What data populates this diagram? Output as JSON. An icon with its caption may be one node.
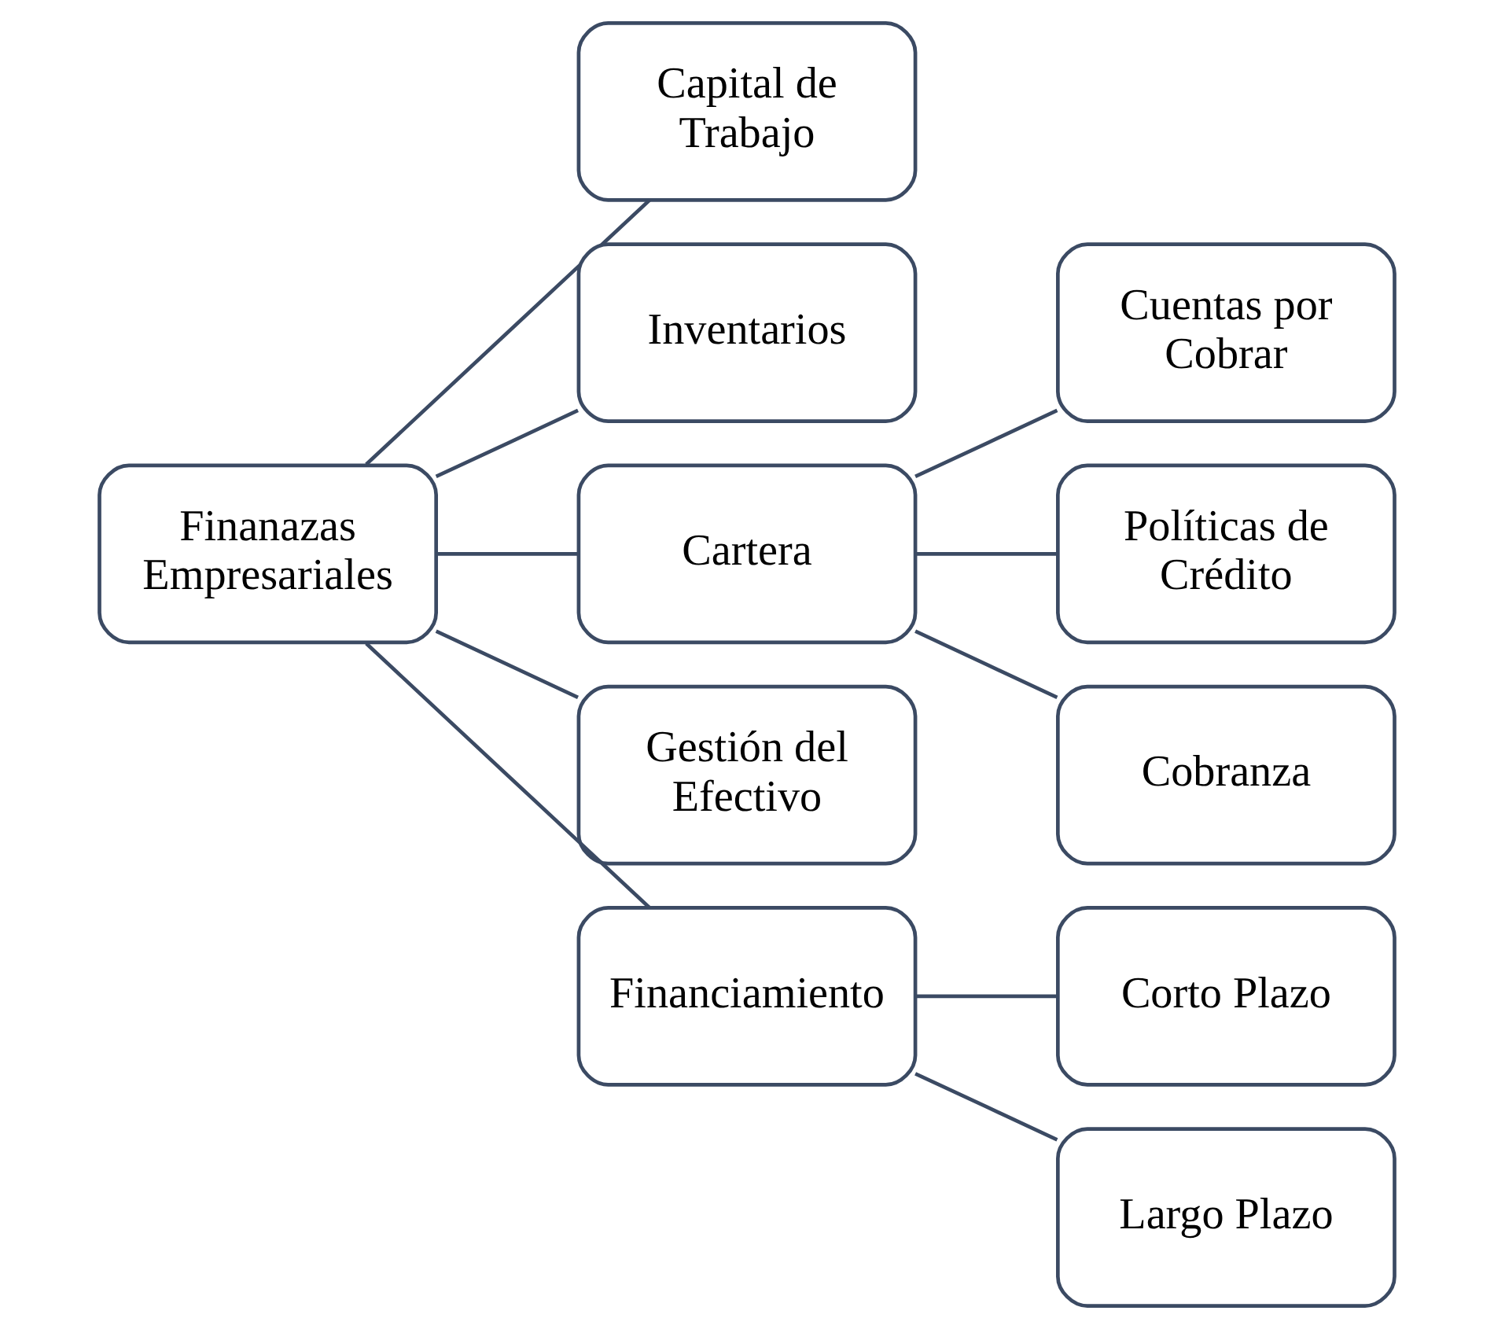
{
  "diagram": {
    "nodes": [
      {
        "text": [
          "Finanazas Empresariales"
        ]
      },
      {
        "text": [
          "Capital de Trabajo"
        ]
      },
      {
        "text": [
          "Inventarios"
        ]
      },
      {
        "text": [
          "Cartera"
        ]
      },
      {
        "text": [
          "Cuentas por Cobrar"
        ]
      },
      {
        "text": [
          "Políticas de Crédito"
        ]
      },
      {
        "text": [
          "Cobranza"
        ]
      },
      {
        "text": [
          "Gestión del Efectivo"
        ]
      },
      {
        "text": [
          "Financiamiento"
        ]
      },
      {
        "text": [
          "Corto Plazo"
        ]
      },
      {
        "text": [
          "Largo Plazo"
        ]
      }
    ],
    "edges": [
      {
        "from": 0,
        "to": 1,
        "arrow": "none"
      },
      {
        "from": 0,
        "to": 2,
        "arrow": "none"
      },
      {
        "from": 0,
        "to": 3,
        "arrow": "none"
      },
      {
        "from": 0,
        "to": 7,
        "arrow": "none"
      },
      {
        "from": 0,
        "to": 8,
        "arrow": "none"
      },
      {
        "from": 3,
        "to": 4,
        "arrow": "none"
      },
      {
        "from": 3,
        "to": 5,
        "arrow": "none"
      },
      {
        "from": 3,
        "to": 6,
        "arrow": "none"
      },
      {
        "from": 8,
        "to": 9,
        "arrow": "none"
      },
      {
        "from": 8,
        "to": 10,
        "arrow": "none"
      }
    ]
  }
}
